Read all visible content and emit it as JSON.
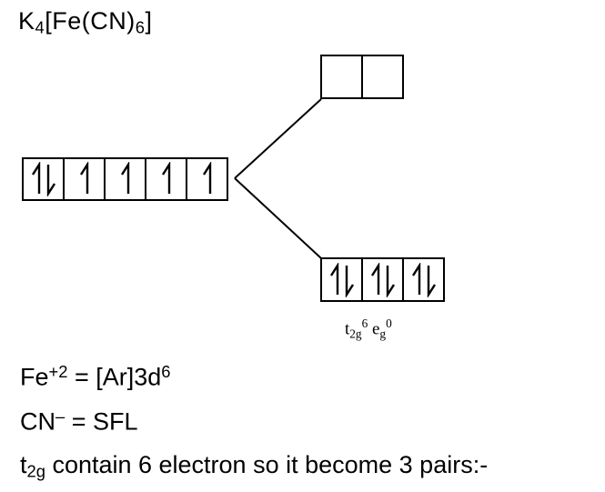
{
  "title": {
    "k": "K",
    "k_sub": "4",
    "mid": "[Fe(CN)",
    "cn_sub": "6",
    "end": "]"
  },
  "diagram": {
    "free_ion_boxes": [
      "paired",
      "single",
      "single",
      "single",
      "single"
    ],
    "eg_boxes": [
      "empty",
      "empty"
    ],
    "t2g_boxes": [
      "paired",
      "paired",
      "paired"
    ],
    "label": {
      "t": "t",
      "t_sub": "2g",
      "t_sup": "6",
      "e": "e",
      "e_sub": "g",
      "e_sup": "0"
    }
  },
  "notes": {
    "line1": {
      "pre": "Fe",
      "sup1": "+2",
      "mid": " = [Ar]3d",
      "sup2": "6"
    },
    "line2": {
      "pre": "CN",
      "sup1": "–",
      "mid": " = SFL"
    },
    "line3": {
      "pre": "t",
      "sub1": "2g",
      "mid": " contain 6 electron so it become 3 pairs:-"
    }
  },
  "colors": {
    "ink": "#000000",
    "background": "#ffffff"
  }
}
